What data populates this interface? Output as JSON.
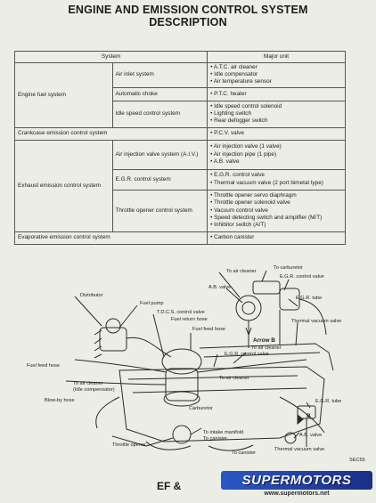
{
  "title": {
    "line1": "ENGINE AND EMISSION CONTROL SYSTEM",
    "line2": "DESCRIPTION"
  },
  "table": {
    "headers": [
      "System",
      "Major unit"
    ],
    "engine_fuel": {
      "system": "Engine fuel system",
      "rows": [
        {
          "sub": "Air inlet system",
          "units": [
            "A.T.C. air cleaner",
            "Idle compensator",
            "Air temperature sensor"
          ]
        },
        {
          "sub": "Automatic choke",
          "units": [
            "P.T.C. heater"
          ]
        },
        {
          "sub": "Idle speed control system",
          "units": [
            "Idle speed control solenoid",
            "Lighting switch",
            "Rear defogger switch"
          ]
        }
      ]
    },
    "crankcase": {
      "system": "Crankcase emission control system",
      "units": [
        "P.C.V. valve"
      ]
    },
    "exhaust": {
      "system": "Exhaust emission control system",
      "rows": [
        {
          "sub": "Air injection valve system (A.I.V.)",
          "units": [
            "Air injection valve (1 valve)",
            "Air injection pipe (1 pipe)",
            "A.B. valve"
          ]
        },
        {
          "sub": "E.G.R. control system",
          "units": [
            "E.G.R. control valve",
            "Thermal vacuum valve (2 port bimetal type)"
          ]
        },
        {
          "sub": "Throttle opener control system",
          "units": [
            "Throttle opener servo diaphragm",
            "Throttle opener solenoid valve",
            "Vacuum control valve",
            "Speed detecting switch and amplifier (M/T)",
            "Inhibitor switch (A/T)"
          ]
        }
      ]
    },
    "evaporative": {
      "system": "Evaporative emission control system",
      "units": [
        "Carbon canister"
      ]
    }
  },
  "diagram": {
    "labels": {
      "to_air_cleaner_top": "To air cleaner",
      "to_carburetor": "To carburetor",
      "egr_control_valve_top": "E.G.R. control valve",
      "ab_valve_top": "A.B. valve",
      "egr_tube_top": "E.G.R. tube",
      "distributor": "Distributor",
      "fuel_pump": "Fuel pump",
      "tdcs_valve": "T.D.C.S. control valve",
      "fuel_return_hose": "Fuel return hose",
      "thermal_vacuum_valve_top": "Thermal vacuum valve",
      "fuel_feed_hose_top": "Fuel feed hose",
      "arrow_b": "Arrow B",
      "to_air_cleaner_mid": "To air cleaner",
      "egr_control_valve_mid": "E.G.R. control valve",
      "fuel_feed_hose_left": "Fuel feed hose",
      "to_air_cleaner_left": "To air cleaner",
      "idle_compensator": "(Idle compensator)",
      "to_air_cleaner_center": "To air cleaner",
      "blowby_hose": "Blow-by hose",
      "carburetor": "Carburetor",
      "egr_tube_right": "E.G.R. tube",
      "b_marker": "B",
      "to_intake_manifold": "To intake manifold",
      "to_canister_mid": "To canister",
      "throttle_opener": "Throttle opener",
      "ab_valve_bottom": "A.B. valve",
      "to_canister_bottom": "To canister",
      "thermal_vacuum_valve_bottom": "Thermal vacuum valve",
      "figure_code": "SEC55"
    }
  },
  "footer": {
    "page_ref": "EF &"
  },
  "watermark": {
    "brand": "SUPERMOTORS",
    "url": "www.supermotors.net"
  }
}
